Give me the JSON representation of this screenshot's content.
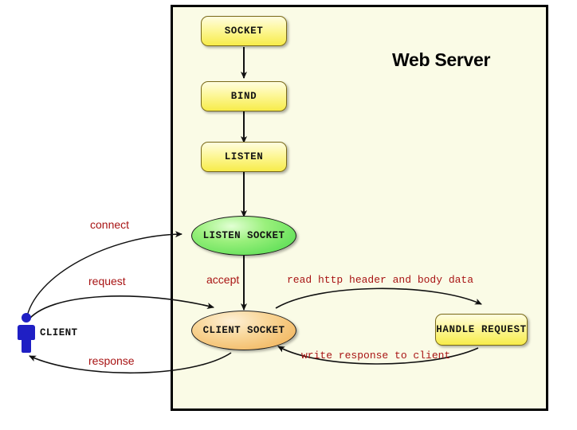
{
  "diagram": {
    "title": "Web Server",
    "container_bg": "#fafbe6",
    "container_border": "#000000",
    "label_color": "#a81414"
  },
  "nodes": {
    "socket": {
      "label": "SOCKET",
      "shape": "rounded-rect",
      "fill": "#f7ec4a"
    },
    "bind": {
      "label": "BIND",
      "shape": "rounded-rect",
      "fill": "#f7ec4a"
    },
    "listen": {
      "label": "LISTEN",
      "shape": "rounded-rect",
      "fill": "#f7ec4a"
    },
    "listen_socket": {
      "label": "LISTEN SOCKET",
      "shape": "ellipse",
      "fill": "#4ad94a"
    },
    "client_socket": {
      "label": "CLIENT SOCKET",
      "shape": "ellipse",
      "fill": "#f0ad4e"
    },
    "handle_request": {
      "label": "HANDLE REQUEST",
      "shape": "rounded-rect",
      "fill": "#f7ec4a"
    },
    "client": {
      "label": "CLIENT",
      "shape": "actor",
      "fill": "#1f1fc4"
    }
  },
  "edges": [
    {
      "id": "socket-to-bind",
      "label": "",
      "from": "socket",
      "to": "bind"
    },
    {
      "id": "bind-to-listen",
      "label": "",
      "from": "bind",
      "to": "listen"
    },
    {
      "id": "listen-to-listen-socket",
      "label": "",
      "from": "listen",
      "to": "listen_socket"
    },
    {
      "id": "client-connect",
      "label": "connect",
      "from": "client",
      "to": "listen_socket"
    },
    {
      "id": "client-request",
      "label": "request",
      "from": "client",
      "to": "client_socket"
    },
    {
      "id": "accept",
      "label": "accept",
      "from": "listen_socket",
      "to": "client_socket"
    },
    {
      "id": "read-request",
      "label": "read http header and body data",
      "from": "client_socket",
      "to": "handle_request"
    },
    {
      "id": "write-response",
      "label": "write response to client",
      "from": "handle_request",
      "to": "client_socket"
    },
    {
      "id": "client-response",
      "label": "response",
      "from": "client_socket",
      "to": "client"
    }
  ]
}
